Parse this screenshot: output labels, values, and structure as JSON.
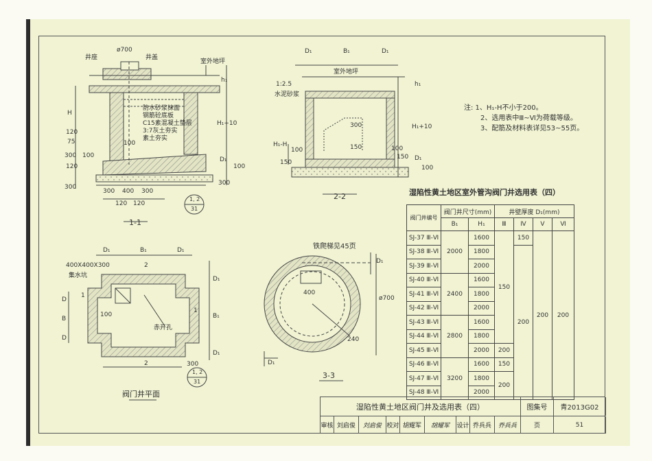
{
  "section_1_1": {
    "labels": [
      "井座",
      "井盖",
      "ø700",
      "室外地坪"
    ],
    "layers": [
      "防水砂浆抹面",
      "钢筋砼底板",
      "C15素混凝土垫层",
      "3:7灰土夯实",
      "素土夯实"
    ],
    "left_dims": [
      "H",
      "120",
      "75",
      "300",
      "100",
      "120",
      "300"
    ],
    "bottom_dims": [
      "300",
      "400",
      "300",
      "120",
      "120"
    ],
    "right_dims": [
      "h₁",
      "H₁+10",
      "D₁",
      "100",
      "300"
    ],
    "inner_dims": [
      "100"
    ],
    "title": "1-1",
    "ref_top": "1, 2",
    "ref_bottom": "31"
  },
  "section_2_2": {
    "top_dims": [
      "D₁",
      "B₁",
      "D₁"
    ],
    "ground": "室外地坪",
    "mortar": [
      "1:2.5",
      "水泥砂浆"
    ],
    "inner_dims": [
      "300",
      "150",
      "100",
      "150",
      "H₁-H",
      "100",
      "150"
    ],
    "right_dims": [
      "h₁",
      "H₁+10",
      "D₁",
      "100"
    ],
    "title": "2-2"
  },
  "plan": {
    "top_dims": [
      "D₁",
      "B₁",
      "D₁"
    ],
    "sump": [
      "400X400X300",
      "集水坑"
    ],
    "hole": "赤开孔",
    "left_dims": [
      "1",
      "D",
      "B",
      "D"
    ],
    "right_dims": [
      "D₁",
      "B₁",
      "D₁",
      "1"
    ],
    "inner": [
      "100",
      "2",
      "2",
      "300"
    ],
    "title": "阀门井平面",
    "ref_top": "1, 2",
    "ref_bottom": "31"
  },
  "section_3_3": {
    "ladder": "铁爬梯见45页",
    "dims": [
      "400",
      "ø700",
      "D₁",
      "240",
      "D₁"
    ],
    "title": "3-3"
  },
  "notes": [
    "注: 1、H₁-H不小于200。",
    "2、选用表中Ⅲ~Ⅵ为荷载等级。",
    "3、配筋及材料表详见53~55页。"
  ],
  "table": {
    "title": "湿陷性黄土地区室外管沟阀门井选用表（四）",
    "header": {
      "id": "阀门井编号",
      "size_group": "阀门井尺寸(mm)",
      "thick_group": "井壁厚度 D₁(mm)",
      "b1": "B₁",
      "h1": "H₁",
      "levels": [
        "Ⅲ",
        "Ⅳ",
        "Ⅴ",
        "Ⅵ"
      ]
    },
    "rows": [
      {
        "id": "SJ-37 Ⅲ-Ⅵ",
        "h1": "1600"
      },
      {
        "id": "SJ-38 Ⅲ-Ⅵ",
        "h1": "1800"
      },
      {
        "id": "SJ-39 Ⅲ-Ⅵ",
        "h1": "2000"
      },
      {
        "id": "SJ-40 Ⅲ-Ⅵ",
        "h1": "1600"
      },
      {
        "id": "SJ-41 Ⅲ-Ⅵ",
        "h1": "1800"
      },
      {
        "id": "SJ-42 Ⅲ-Ⅵ",
        "h1": "2000"
      },
      {
        "id": "SJ-43 Ⅲ-Ⅵ",
        "h1": "1600"
      },
      {
        "id": "SJ-44 Ⅲ-Ⅵ",
        "h1": "1800"
      },
      {
        "id": "SJ-45 Ⅲ-Ⅵ",
        "h1": "2000"
      },
      {
        "id": "SJ-46 Ⅲ-Ⅵ",
        "h1": "1600"
      },
      {
        "id": "SJ-47 Ⅲ-Ⅵ",
        "h1": "1800"
      },
      {
        "id": "SJ-48 Ⅲ-Ⅵ",
        "h1": "2000"
      }
    ],
    "b1_groups": [
      "2000",
      "2400",
      "2800",
      "3200"
    ],
    "iii_values": [
      "150",
      "200",
      "150",
      "200"
    ],
    "iv_values": [
      "150",
      "200"
    ],
    "v_value": "200",
    "vi_value": "200"
  },
  "title_block": {
    "title": "湿陷性黄土地区阀门井及选用表（四）",
    "atlas_label": "图集号",
    "atlas_no": "青2013G02",
    "review_label": "审核",
    "review_name": "刘启俊",
    "review_sig": "刘启俊",
    "check_label": "校对",
    "check_name": "胡耀军",
    "check_sig": "胡耀军",
    "design_label": "设计",
    "design_name": "乔兵兵",
    "design_sig": "乔兵兵",
    "page_label": "页",
    "page_no": "51"
  },
  "colors": {
    "paper": "#f1f3d3",
    "ink": "#333333",
    "concrete_hatch": "#888888"
  }
}
